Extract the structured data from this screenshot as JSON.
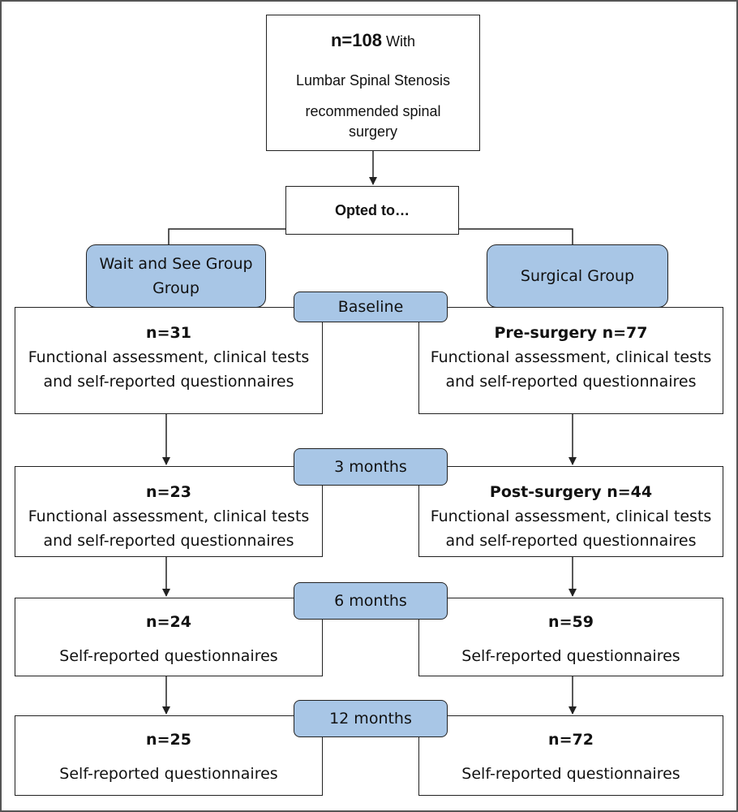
{
  "top": {
    "n": "n=108",
    "with": " With",
    "line2": "Lumbar Spinal Stenosis",
    "line3": "recommended spinal",
    "line4": "surgery"
  },
  "opted": "Opted to…",
  "groups": {
    "wait_line1": "Wait and See Group",
    "wait_line2": "Group",
    "surgical": "Surgical Group"
  },
  "timepoints": {
    "baseline": "Baseline",
    "m3": "3 months",
    "m6": "6 months",
    "m12": "12 months"
  },
  "wait_group": {
    "baseline": {
      "n": "n=31",
      "line1": "Functional assessment, clinical tests",
      "line2": "and self-reported questionnaires"
    },
    "m3": {
      "n": "n=23",
      "line1": "Functional assessment, clinical tests",
      "line2": "and self-reported questionnaires"
    },
    "m6": {
      "n": "n=24",
      "line1": "Self-reported questionnaires"
    },
    "m12": {
      "n": "n=25",
      "line1": "Self-reported questionnaires"
    }
  },
  "surgical_group": {
    "baseline": {
      "n": "Pre-surgery n=77",
      "line1": "Functional assessment, clinical tests",
      "line2": "and self-reported questionnaires"
    },
    "m3": {
      "n": "Post-surgery n=44",
      "line1": "Functional assessment, clinical tests",
      "line2": "and self-reported questionnaires"
    },
    "m6": {
      "n": "n=59",
      "line1": "Self-reported questionnaires"
    },
    "m12": {
      "n": "n=72",
      "line1": "Self-reported questionnaires"
    }
  },
  "colors": {
    "pill_fill": "#a8c6e6",
    "stroke": "#222222"
  }
}
